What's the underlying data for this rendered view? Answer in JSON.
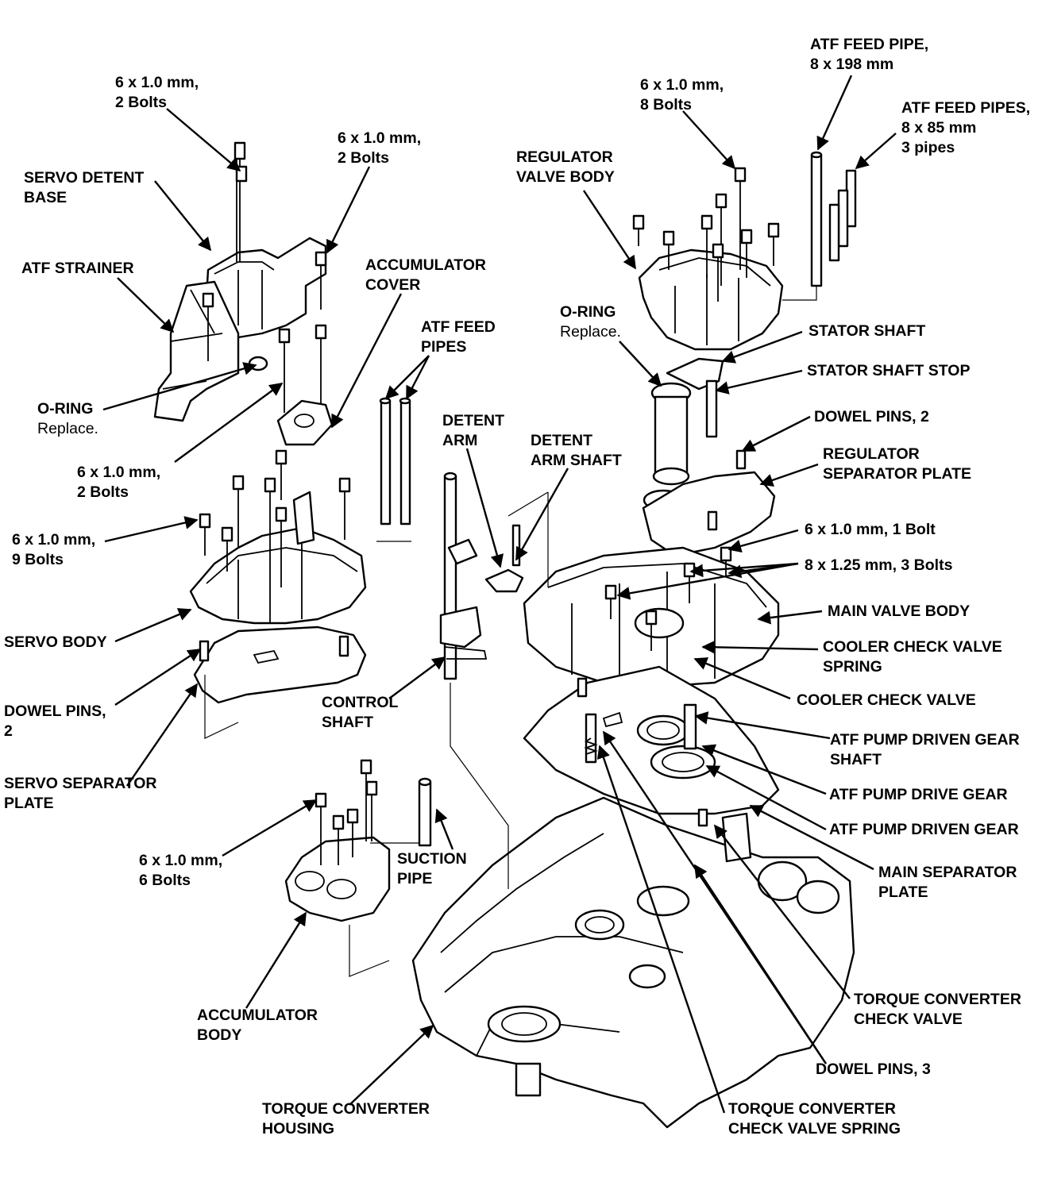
{
  "labels": {
    "bolts_6x1_2_servo_base": {
      "l1": "6 x 1.0 mm,",
      "l2": "2 Bolts"
    },
    "servo_detent_base": {
      "l1": "SERVO DETENT",
      "l2": "BASE"
    },
    "bolts_6x1_2_accumulator_cover": {
      "l1": "6 x 1.0 mm,",
      "l2": "2 Bolts"
    },
    "atf_strainer": {
      "l1": "ATF STRAINER"
    },
    "accumulator_cover": {
      "l1": "ACCUMULATOR",
      "l2": "COVER"
    },
    "atf_feed_pipes_left": {
      "l1": "ATF FEED",
      "l2": "PIPES"
    },
    "o_ring_left": {
      "l1": "O-RING",
      "note": "Replace."
    },
    "bolts_6x1_2_mid": {
      "l1": "6 x 1.0 mm,",
      "l2": "2 Bolts"
    },
    "bolts_6x1_9": {
      "l1": "6 x 1.0 mm,",
      "l2": "9 Bolts"
    },
    "servo_body": {
      "l1": "SERVO BODY"
    },
    "dowel_pins_2_left": {
      "l1": "DOWEL PINS,",
      "l2": "2"
    },
    "servo_separator_plate": {
      "l1": "SERVO SEPARATOR",
      "l2": "PLATE"
    },
    "detent_arm": {
      "l1": "DETENT",
      "l2": "ARM"
    },
    "detent_arm_shaft": {
      "l1": "DETENT",
      "l2": "ARM SHAFT"
    },
    "control_shaft": {
      "l1": "CONTROL",
      "l2": "SHAFT"
    },
    "bolts_6x1_6": {
      "l1": "6 x 1.0 mm,",
      "l2": "6 Bolts"
    },
    "suction_pipe": {
      "l1": "SUCTION",
      "l2": "PIPE"
    },
    "accumulator_body": {
      "l1": "ACCUMULATOR",
      "l2": "BODY"
    },
    "torque_converter_housing": {
      "l1": "TORQUE CONVERTER",
      "l2": "HOUSING"
    },
    "atf_feed_pipe_198": {
      "l1": "ATF FEED PIPE,",
      "l2": "8 x 198 mm"
    },
    "bolts_6x1_8": {
      "l1": "6 x 1.0 mm,",
      "l2": "8 Bolts"
    },
    "atf_feed_pipes_85": {
      "l1": "ATF FEED PIPES,",
      "l2": "8 x 85 mm",
      "l3": "3 pipes"
    },
    "regulator_valve_body": {
      "l1": "REGULATOR",
      "l2": "VALVE BODY"
    },
    "o_ring_right": {
      "l1": "O-RING",
      "note": "Replace."
    },
    "stator_shaft": {
      "l1": "STATOR SHAFT"
    },
    "stator_shaft_stop": {
      "l1": "STATOR SHAFT STOP"
    },
    "dowel_pins_2_right": {
      "l1": "DOWEL PINS, 2"
    },
    "regulator_separator_plate": {
      "l1": "REGULATOR",
      "l2": "SEPARATOR PLATE"
    },
    "bolts_6x1_1": {
      "l1": "6 x 1.0 mm, 1 Bolt"
    },
    "bolts_8x125_3": {
      "l1": "8 x 1.25 mm, 3 Bolts"
    },
    "main_valve_body": {
      "l1": "MAIN VALVE BODY"
    },
    "cooler_check_valve_spring": {
      "l1": "COOLER CHECK VALVE",
      "l2": "SPRING"
    },
    "cooler_check_valve": {
      "l1": "COOLER CHECK VALVE"
    },
    "atf_pump_driven_gear_shaft": {
      "l1": "ATF PUMP DRIVEN GEAR",
      "l2": "SHAFT"
    },
    "atf_pump_drive_gear": {
      "l1": "ATF PUMP DRIVE GEAR"
    },
    "atf_pump_driven_gear": {
      "l1": "ATF PUMP DRIVEN GEAR"
    },
    "main_separator_plate": {
      "l1": "MAIN SEPARATOR",
      "l2": "PLATE"
    },
    "torque_converter_check_valve": {
      "l1": "TORQUE CONVERTER",
      "l2": "CHECK VALVE"
    },
    "dowel_pins_3": {
      "l1": "DOWEL PINS, 3"
    },
    "tc_check_valve_spring": {
      "l1": "TORQUE CONVERTER",
      "l2": "CHECK VALVE SPRING"
    }
  }
}
